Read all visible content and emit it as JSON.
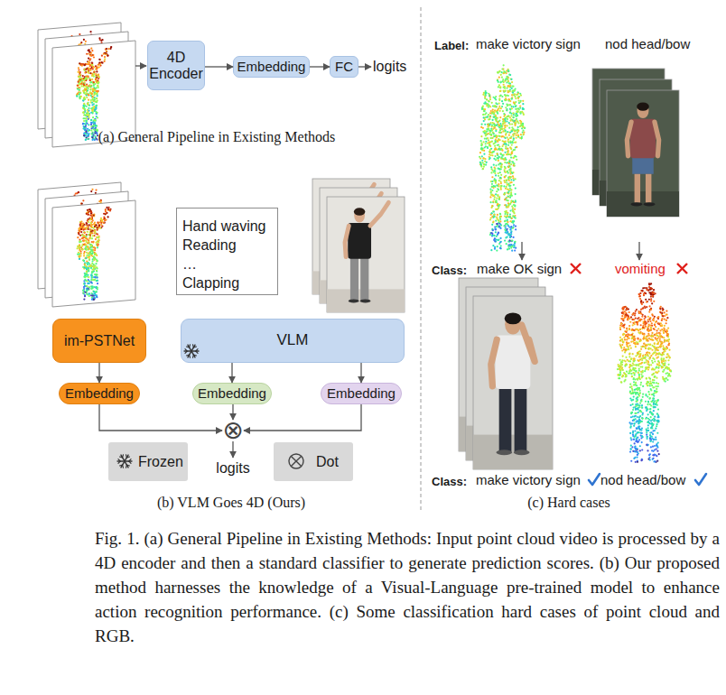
{
  "diagram": {
    "caption": "Fig. 1. (a) General Pipeline in Existing Methods: Input point cloud video is processed by a 4D encoder and then a standard classifier to generate prediction scores. (b) Our proposed method harnesses the knowledge of a Visual-Language pre-trained model to enhance action recognition performance. (c) Some classification hard cases of point cloud and RGB.",
    "nodes": [
      {
        "text": [
          "4D Encoder"
        ]
      },
      {
        "text": [
          "Embedding"
        ]
      },
      {
        "text": [
          "FC"
        ]
      },
      {
        "text": [
          "Hand waving",
          "Reading",
          "…",
          "Clapping"
        ]
      },
      {
        "text": [
          "im-PSTNet"
        ]
      },
      {
        "text": [
          "VLM"
        ]
      },
      {
        "text": [
          "Embedding"
        ]
      },
      {
        "text": [
          "Embedding"
        ]
      },
      {
        "text": [
          "Embedding"
        ]
      },
      {
        "text": [
          "⊗"
        ]
      }
    ],
    "edges": [
      {
        "from": 0,
        "to": 1,
        "arrow": "to"
      },
      {
        "from": 1,
        "to": 2,
        "arrow": "to"
      },
      {
        "from": 4,
        "to": 6,
        "arrow": "to"
      },
      {
        "from": 5,
        "to": 7,
        "arrow": "to"
      },
      {
        "from": 5,
        "to": 8,
        "arrow": "to"
      },
      {
        "from": 6,
        "to": 9,
        "arrow": "to"
      },
      {
        "from": 7,
        "to": 9,
        "arrow": "to"
      },
      {
        "from": 8,
        "to": 9,
        "arrow": "to"
      }
    ],
    "labels": [
      "logits",
      "(a) General Pipeline in Existing Methods",
      "logits",
      "(b) VLM Goes 4D (Ours)",
      "Label:",
      "make victory sign",
      "nod head/bow",
      "Class:",
      "make OK sign",
      "vomiting",
      "Class:",
      "make victory sign",
      "nod head/bow",
      "(c) Hard cases"
    ],
    "legend": [
      {
        "text": "Frozen"
      },
      {
        "text": "Dot"
      }
    ]
  }
}
